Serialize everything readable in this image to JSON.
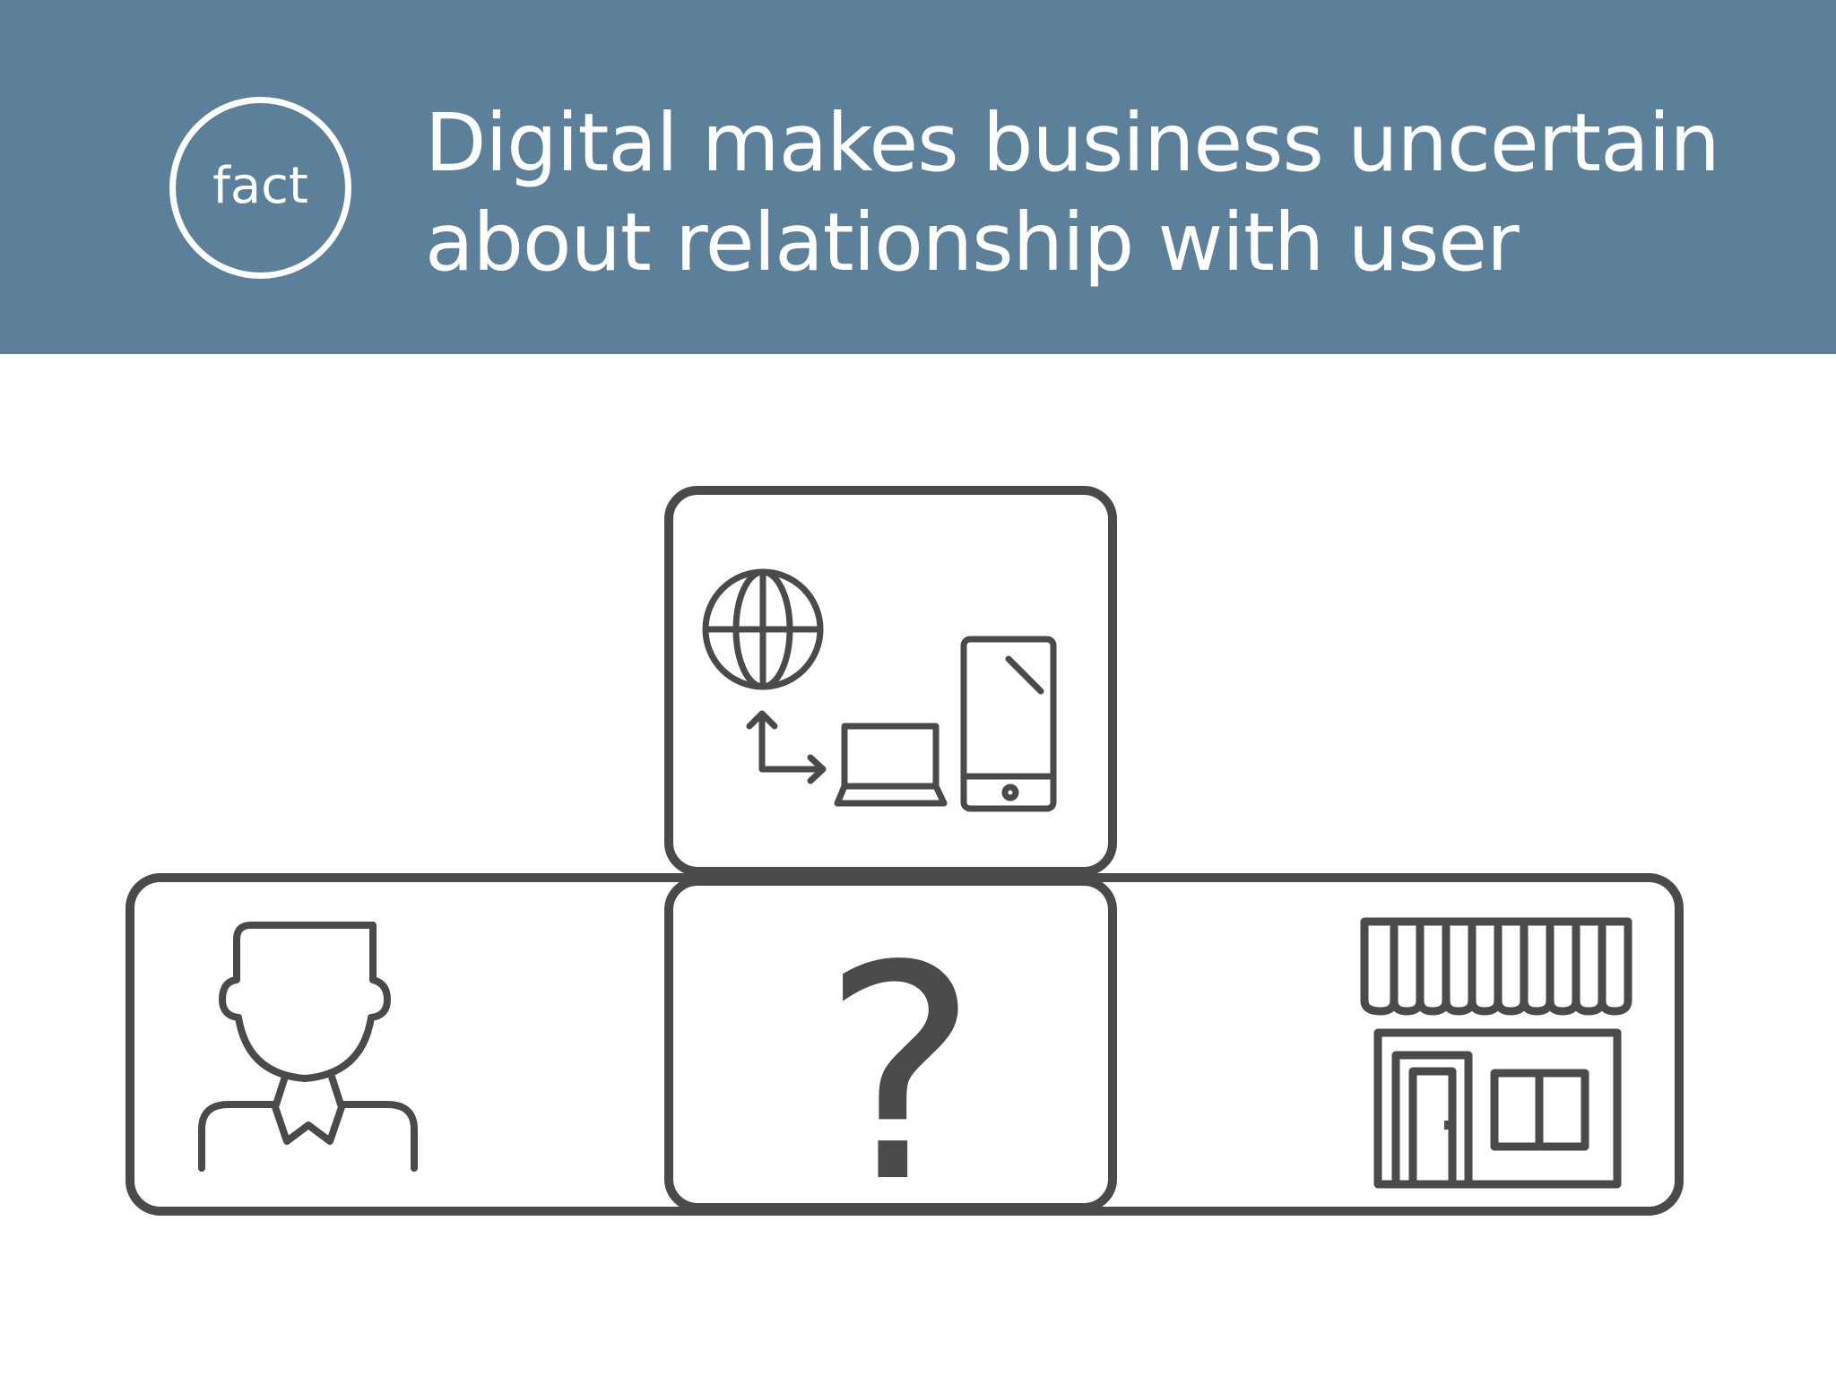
{
  "header": {
    "badge_label": "fact",
    "title_line1": "Digital makes business uncertain",
    "title_line2": "about relationship with user",
    "background_color": "#5c8099",
    "text_color": "#ffffff"
  },
  "diagram": {
    "question_mark": "?",
    "stroke_color": "#4a494c",
    "icons": {
      "user": "person-icon",
      "digital": [
        "globe-icon",
        "connection-arrow-icon",
        "laptop-icon",
        "smartphone-icon"
      ],
      "business": "storefront-icon"
    }
  }
}
